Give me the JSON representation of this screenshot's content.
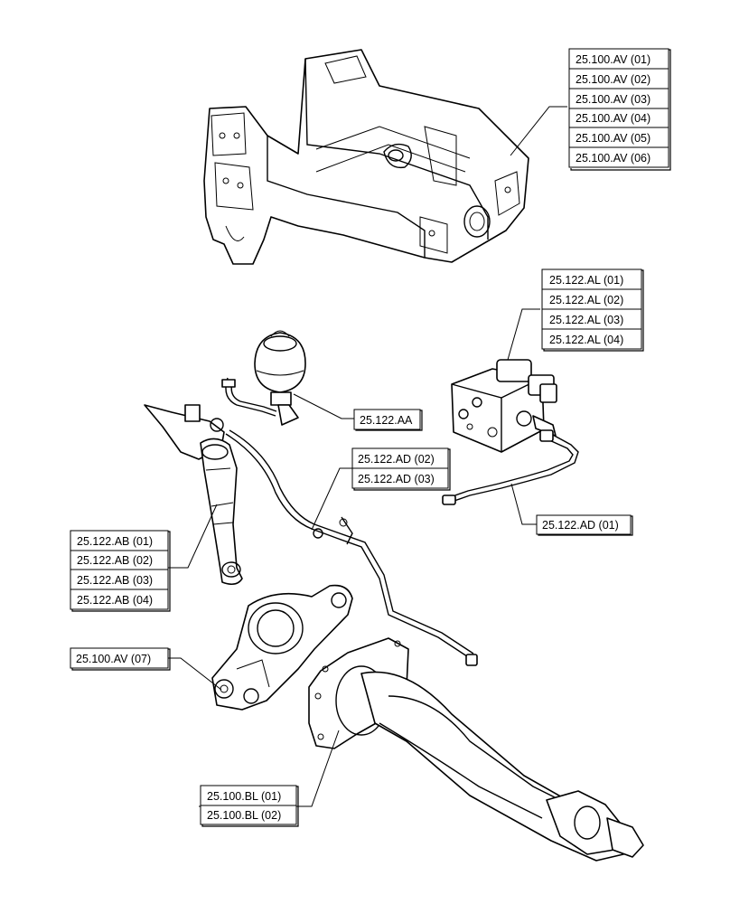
{
  "labels": {
    "frame_refs": [
      "25.100.AV (01)",
      "25.100.AV (02)",
      "25.100.AV (03)",
      "25.100.AV (04)",
      "25.100.AV (05)",
      "25.100.AV (06)"
    ],
    "valve_refs": [
      "25.122.AL (01)",
      "25.122.AL (02)",
      "25.122.AL (03)",
      "25.122.AL (04)"
    ],
    "accumulator_ref": "25.122.AA",
    "pipe_refs": [
      "25.122.AD (02)",
      "25.122.AD (03)"
    ],
    "pipe_ref_single": "25.122.AD (01)",
    "cylinder_refs": [
      "25.122.AB (01)",
      "25.122.AB (02)",
      "25.122.AB (03)",
      "25.122.AB (04)"
    ],
    "support_ref": "25.100.AV (07)",
    "axle_refs": [
      "25.100.BL (01)",
      "25.100.BL (02)"
    ]
  }
}
